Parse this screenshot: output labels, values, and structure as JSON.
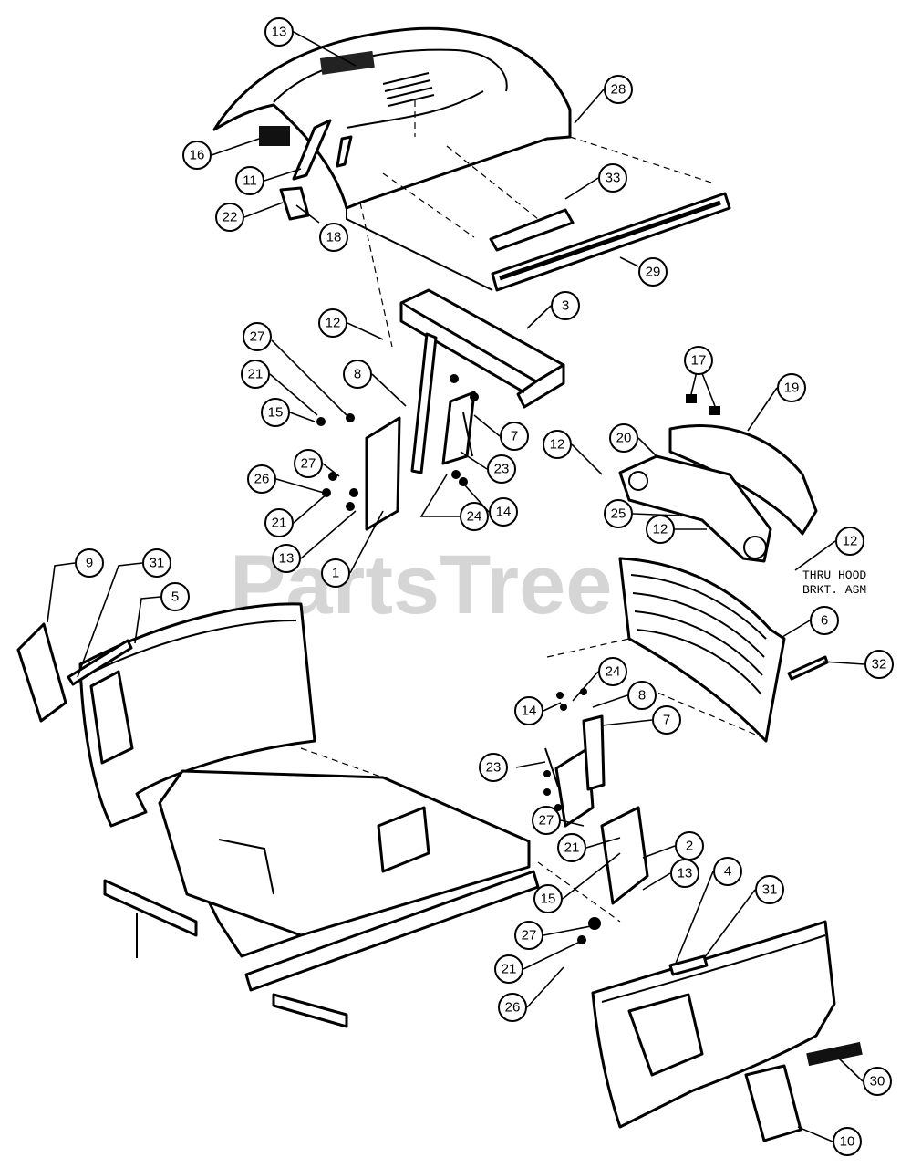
{
  "watermark": "PartsTree",
  "note": {
    "line1": "THRU HOOD",
    "line2": "BRKT. ASM"
  },
  "callouts": {
    "c13a": "13",
    "c28": "28",
    "c16": "16",
    "c11": "11",
    "c33": "33",
    "c22": "22",
    "c18": "18",
    "c29": "29",
    "c3": "3",
    "c12a": "12",
    "c27a": "27",
    "c8a": "8",
    "c21a": "21",
    "c15a": "15",
    "c7a": "7",
    "c23a": "23",
    "c27b": "27",
    "c26a": "26",
    "c21b": "21",
    "c24a": "24",
    "c14a": "14",
    "c13b": "13",
    "c1": "1",
    "c17": "17",
    "c19": "19",
    "c12b": "12",
    "c20": "20",
    "c25": "25",
    "c12c": "12",
    "c12d": "12",
    "c9": "9",
    "c31a": "31",
    "c5": "5",
    "c6": "6",
    "c32": "32",
    "c24b": "24",
    "c14b": "14",
    "c8b": "8",
    "c7b": "7",
    "c23b": "23",
    "c27c": "27",
    "c21c": "21",
    "c2": "2",
    "c15b": "15",
    "c13c": "13",
    "c4": "4",
    "c31b": "31",
    "c27d": "27",
    "c21d": "21",
    "c26b": "26",
    "c30": "30",
    "c10": "10"
  }
}
